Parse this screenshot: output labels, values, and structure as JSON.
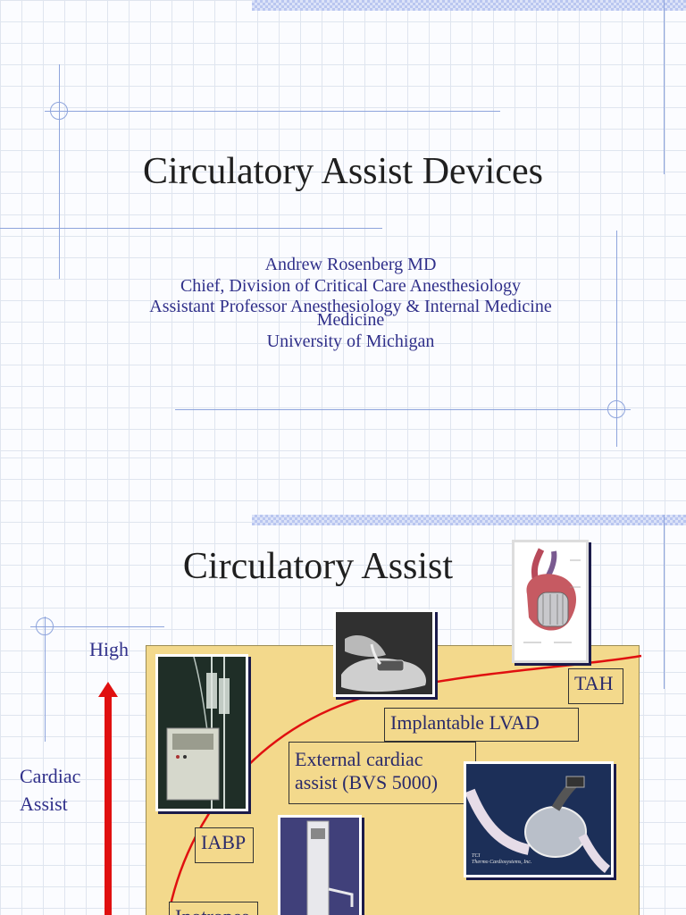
{
  "slide1": {
    "title": "Circulatory Assist Devices",
    "subtitle_lines": [
      "Andrew Rosenberg MD",
      "Chief, Division of Critical Care Anesthesiology",
      "Assistant Professor Anesthesiology & Internal Medicine",
      "Medicine",
      "University of Michigan"
    ]
  },
  "slide2": {
    "title": "Circulatory Assist",
    "axis": {
      "high_label": "High",
      "ylabel_line1": "Cardiac",
      "ylabel_line2": "Assist"
    },
    "labels": {
      "tah": "TAH",
      "lvad": "Implantable LVAD",
      "external_line1": "External cardiac",
      "external_line2": "assist (BVS 5000)",
      "iabp": "IABP",
      "bottom_partial": "Inotropes"
    },
    "images": {
      "heart_device": "TAH heart pump illustration",
      "hand_device": "device held in hand photo",
      "console": "console with IV tubing photo",
      "pump": "LVAD pump photo",
      "pump_caption_brand": "TCI",
      "pump_caption_maker": "Thermo Cardiosystems, Inc.",
      "iabp_console": "IABP console photo"
    },
    "colors": {
      "panel": "#f3d98c",
      "curve": "#e01010",
      "arrow": "#e01010"
    }
  }
}
